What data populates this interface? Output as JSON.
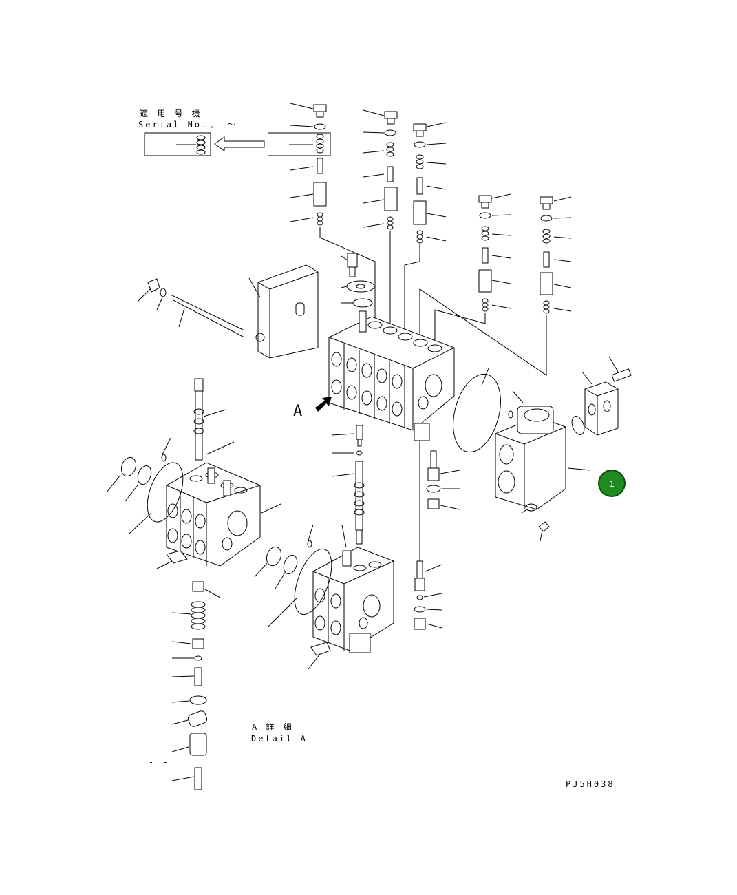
{
  "labels": {
    "serial_jp": "適 用 号 機",
    "serial_en": "Serial No.",
    "serial_range": "、 〜",
    "detail_marker": "A",
    "detail_jp": "A 詳 細",
    "detail_en": "Detail A",
    "drawing_code": "PJ5H038",
    "note_dash_1": "- -",
    "note_dash_2": "- -"
  },
  "hotspots": [
    {
      "number": "1"
    }
  ],
  "colors": {
    "hotspot_fill": "#1f8a1f",
    "line": "#000000"
  }
}
